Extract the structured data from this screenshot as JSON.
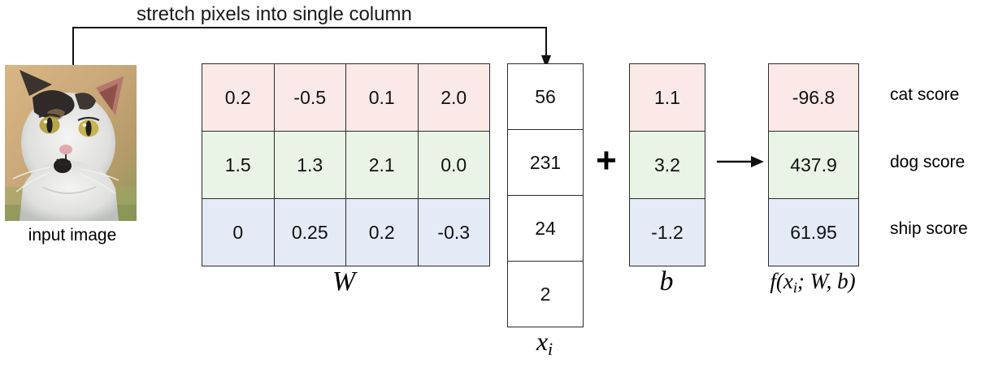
{
  "caption": "stretch pixels into single column",
  "input_image": {
    "label": "input image",
    "alt": "photograph of a cat facing the camera"
  },
  "w_matrix": {
    "label": "W",
    "rows": [
      {
        "tint": "cat",
        "cells": [
          "0.2",
          "-0.5",
          "0.1",
          "2.0"
        ]
      },
      {
        "tint": "dog",
        "cells": [
          "1.5",
          "1.3",
          "2.1",
          "0.0"
        ]
      },
      {
        "tint": "ship",
        "cells": [
          "0",
          "0.25",
          "0.2",
          "-0.3"
        ]
      }
    ]
  },
  "x_vector": {
    "label_base": "x",
    "label_sub": "i",
    "cells": [
      "56",
      "231",
      "24",
      "2"
    ]
  },
  "operator_plus": "+",
  "b_vector": {
    "label": "b",
    "rows": [
      {
        "tint": "cat",
        "value": "1.1"
      },
      {
        "tint": "dog",
        "value": "3.2"
      },
      {
        "tint": "ship",
        "value": "-1.2"
      }
    ]
  },
  "result_vector": {
    "label_prefix": "f(x",
    "label_sub": "i",
    "label_suffix": "; W, b)",
    "rows": [
      {
        "tint": "cat",
        "value": "-96.8",
        "score_label": "cat score"
      },
      {
        "tint": "dog",
        "value": "437.9",
        "score_label": "dog score"
      },
      {
        "tint": "ship",
        "value": "61.95",
        "score_label": "ship score"
      }
    ]
  },
  "colors": {
    "cat_row": "#fae9e7",
    "dog_row": "#eaf4e6",
    "ship_row": "#e4eaf6",
    "border": "#2b2b2b",
    "text": "#111111",
    "background": "#ffffff"
  }
}
